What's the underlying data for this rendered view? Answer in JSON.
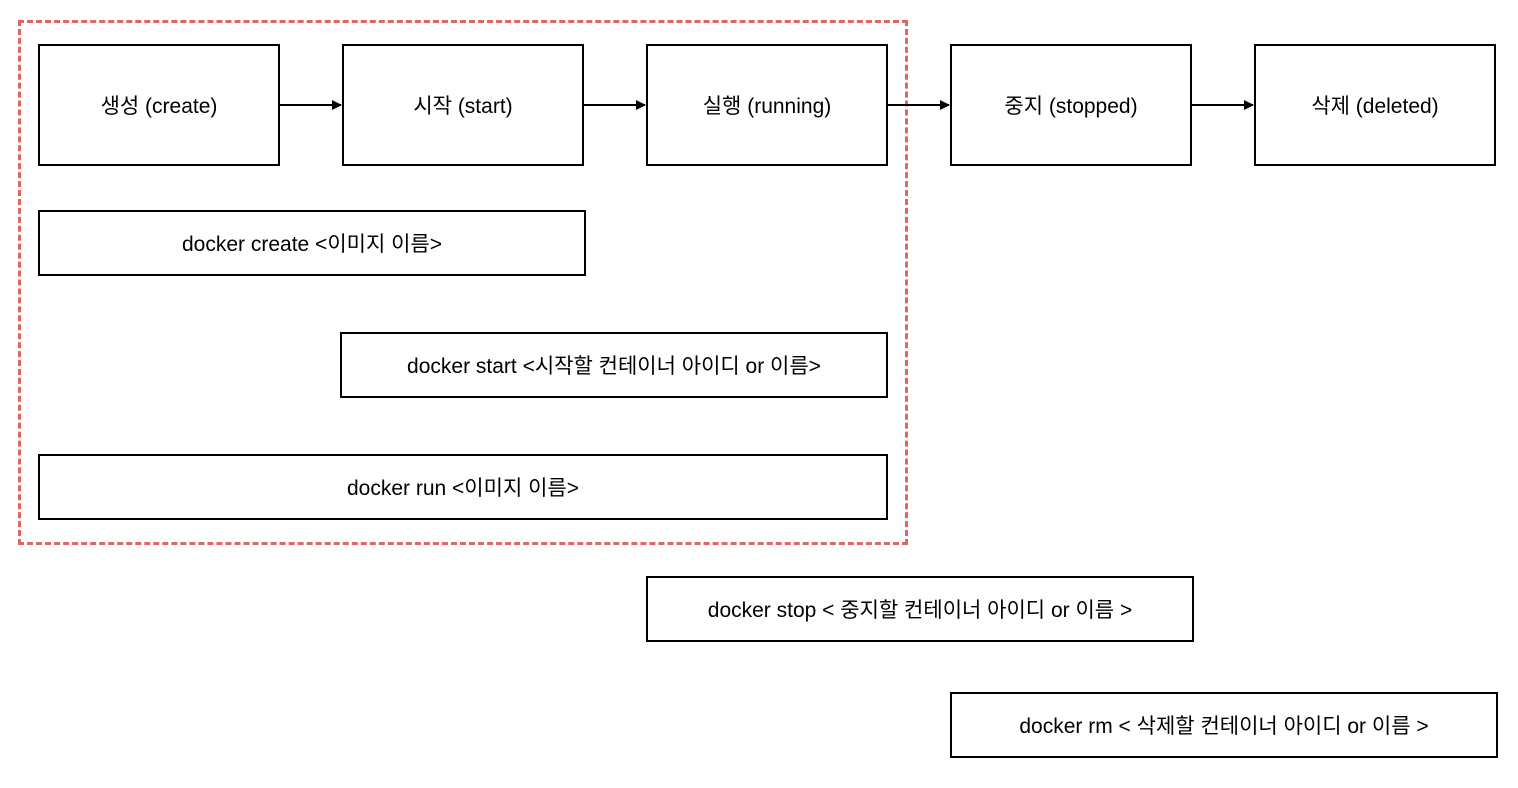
{
  "states": {
    "create": "생성 (create)",
    "start": "시작 (start)",
    "running": "실행 (running)",
    "stopped": "중지 (stopped)",
    "deleted": "삭제 (deleted)"
  },
  "commands": {
    "create": "docker create <이미지 이름>",
    "start": "docker start <시작할 컨테이너 아이디 or 이름>",
    "run": "docker run <이미지 이름>",
    "stop": "docker stop < 중지할 컨테이너 아이디 or 이름 >",
    "rm": "docker rm < 삭제할 컨테이너 아이디 or 이름 >"
  },
  "colors": {
    "group_border": "#e06666",
    "stroke": "#000000",
    "background": "#ffffff"
  }
}
